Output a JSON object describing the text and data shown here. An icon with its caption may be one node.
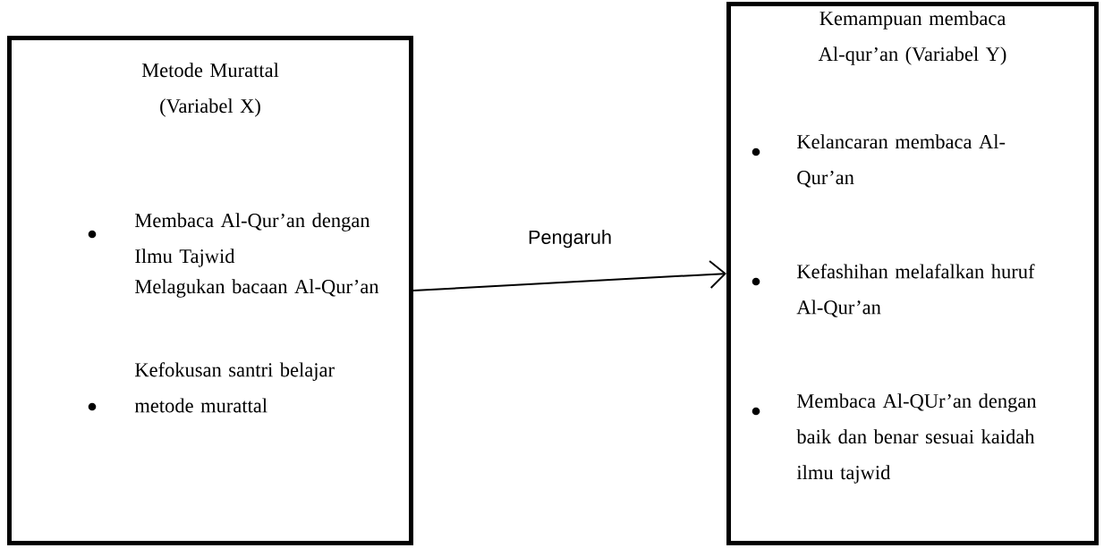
{
  "diagram": {
    "nodes": [
      {
        "text": [
          "Metode Murattal (Variabel X)",
          "Membaca Al-Qur’an dengan Ilmu Tajwid",
          "Melagukan bacaan Al-Qur’an",
          "Kefokusan santri belajar metode murattal"
        ]
      },
      {
        "text": [
          "Kemampuan membaca Al-qur’an (Variabel Y)",
          "Kelancaran membaca Al-Qur’an",
          "Kefashihan melafalkan huruf Al-Qur’an",
          "Membaca Al-QUr’an dengan baik dan benar sesuai kaidah ilmu tajwid"
        ]
      }
    ],
    "edges": [
      {
        "from": 0,
        "to": 1,
        "arrow": "to",
        "label": "Pengaruh"
      }
    ]
  }
}
